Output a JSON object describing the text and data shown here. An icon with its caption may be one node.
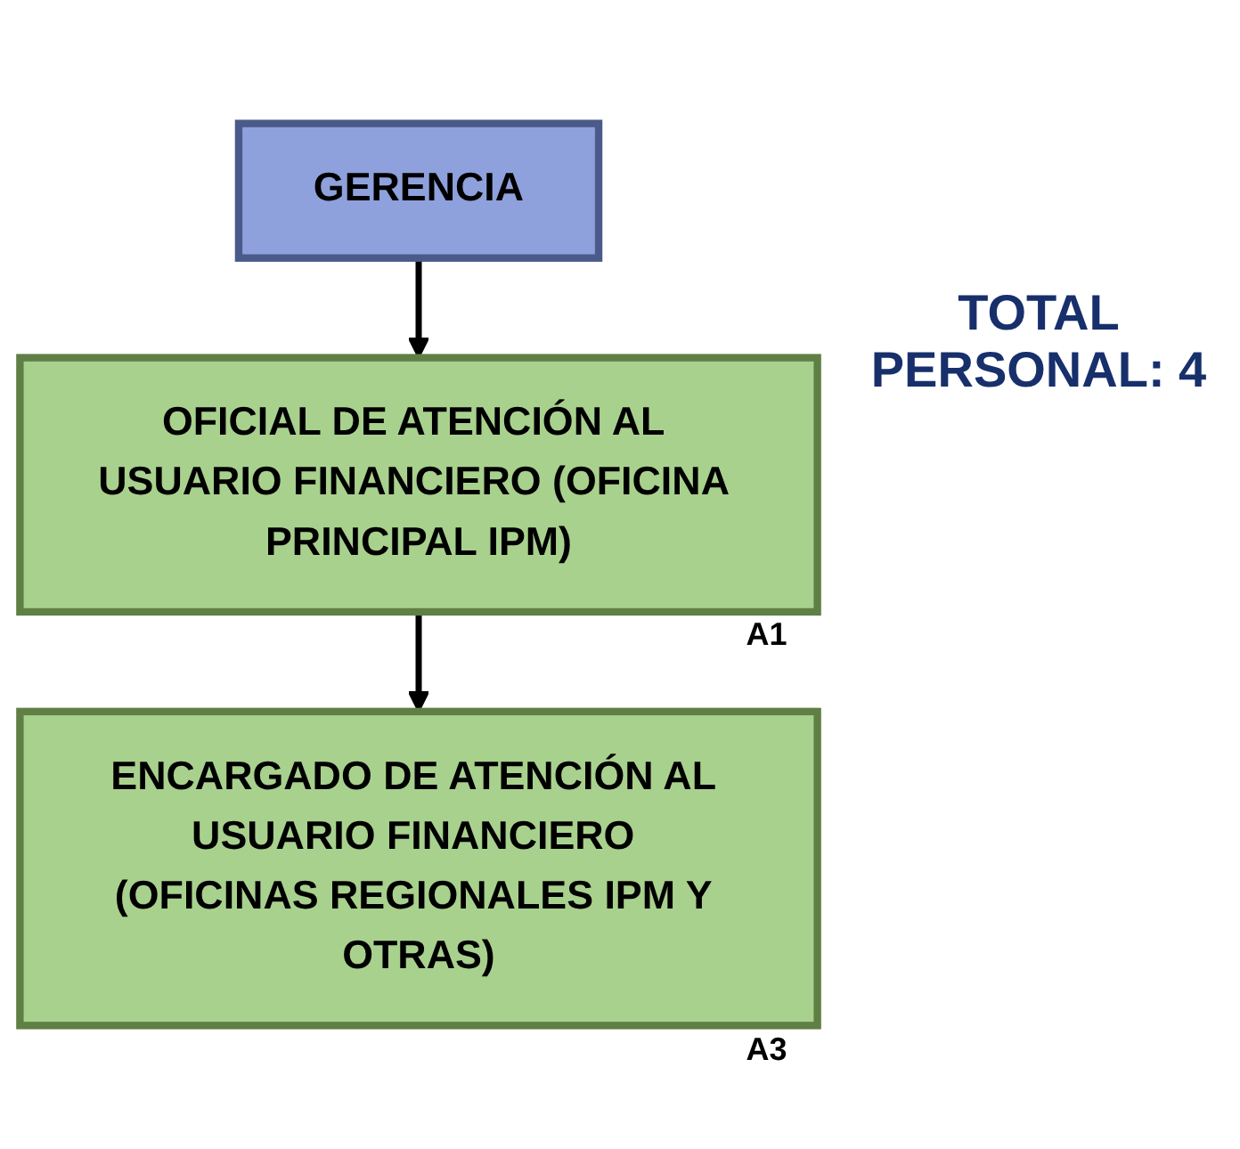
{
  "diagram": {
    "nodes": [
      {
        "text": [
          "GERENCIA"
        ]
      },
      {
        "text": [
          "OFICIAL DE ATENCIÓN AL USUARIO FINANCIERO (OFICINA PRINCIPAL IPM)"
        ],
        "beside": [
          "A1"
        ]
      },
      {
        "text": [
          "ENCARGADO DE ATENCIÓN AL USUARIO FINANCIERO (OFICINAS REGIONALES IPM Y OTRAS)"
        ],
        "beside": [
          "A3"
        ]
      }
    ],
    "edges": [
      {
        "from": 0,
        "to": 1,
        "arrow": "to"
      },
      {
        "from": 1,
        "to": 2,
        "arrow": "to"
      }
    ],
    "labels": [
      "TOTAL PERSONAL: 4"
    ]
  }
}
